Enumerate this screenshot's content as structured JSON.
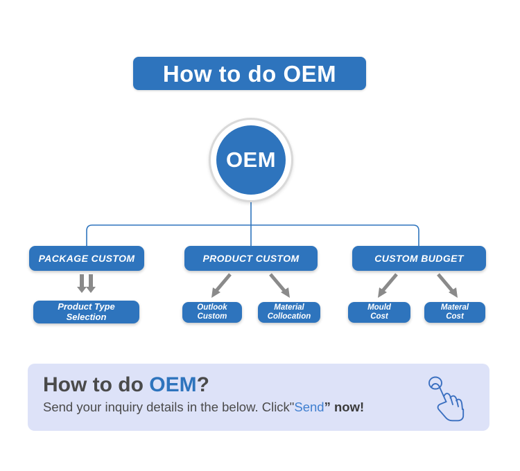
{
  "header": {
    "title": "How to do OEM"
  },
  "root": {
    "label": "OEM"
  },
  "branches": [
    {
      "id": "package",
      "label": "PACKAGE CUSTOM"
    },
    {
      "id": "product",
      "label": "PRODUCT CUSTOM"
    },
    {
      "id": "budget",
      "label": "CUSTOM BUDGET"
    }
  ],
  "leaves": [
    {
      "id": "product-type",
      "label": "Product Type\nSelection"
    },
    {
      "id": "outlook-custom",
      "label": "Outlook\nCustom"
    },
    {
      "id": "material-collocation",
      "label": "Material\nCollocation"
    },
    {
      "id": "mould-cost",
      "label": "Mould\nCost"
    },
    {
      "id": "materal-cost",
      "label": "Materal\nCost"
    }
  ],
  "cta": {
    "heading_prefix": "How to do ",
    "heading_accent": "OEM",
    "heading_suffix": "?",
    "sub_prefix": "Send your inquiry details in the below. Click\"",
    "sub_accent": "Send",
    "sub_suffix": "” now!",
    "icon": "hand-cursor-icon"
  },
  "colors": {
    "brand_blue": "#2e74bd",
    "arrow_gray": "#8a8a8a",
    "banner_bg": "#dde2f8",
    "connector_blue": "#2e74bd",
    "text_dark": "#4a4a4a"
  }
}
